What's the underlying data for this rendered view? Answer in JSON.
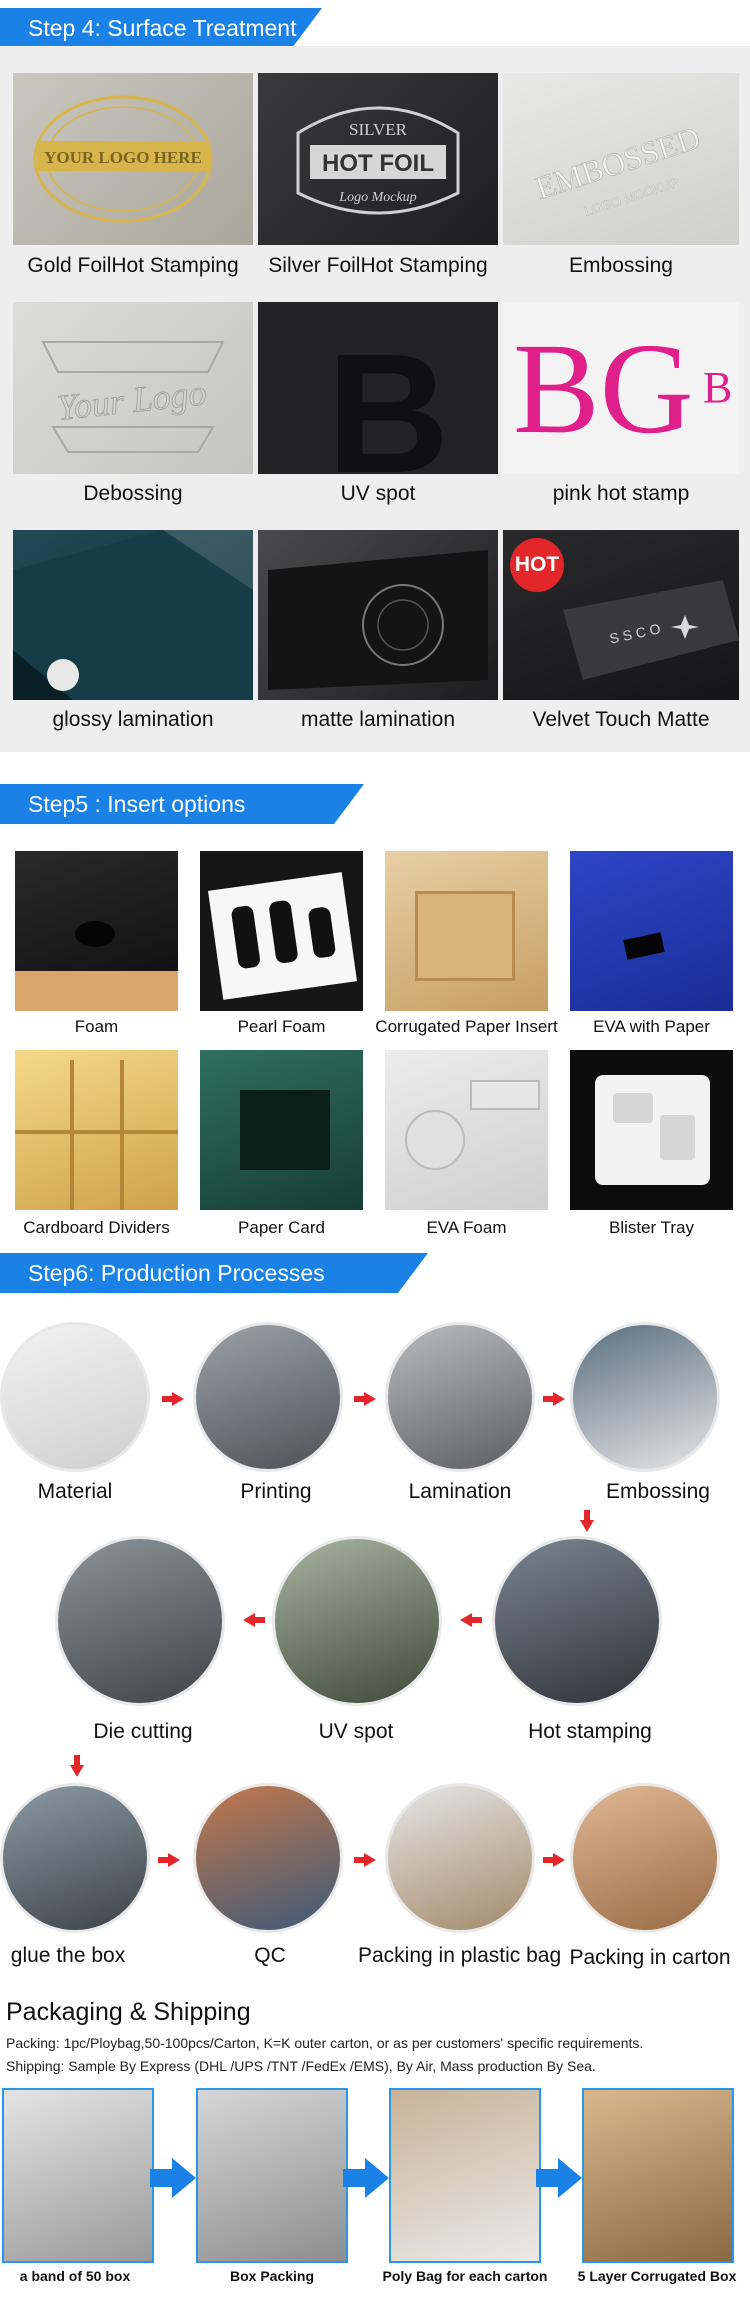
{
  "step4": {
    "title": "Step 4: Surface Treatment",
    "items": [
      {
        "label": "Gold FoilHot Stamping"
      },
      {
        "label": "Silver FoilHot Stamping"
      },
      {
        "label": "Embossing"
      },
      {
        "label": "Debossing"
      },
      {
        "label": "UV spot"
      },
      {
        "label": "pink hot stamp"
      },
      {
        "label": "glossy lamination"
      },
      {
        "label": "matte lamination"
      },
      {
        "label": "Velvet Touch Matte"
      }
    ],
    "hot_badge": "HOT",
    "sample_text": {
      "gold": "YOUR LOGO HERE",
      "silver_top": "SILVER",
      "silver_main": "HOT FOIL",
      "silver_sub": "Logo Mockup",
      "embossed": "EMBOSSED",
      "embossed_sub": "LOGO MOCKUP",
      "debossed": "Your Logo",
      "uv_letter": "B",
      "pink": "BG",
      "pink_extra": "B",
      "velvet": "SSCO"
    }
  },
  "step5": {
    "title": "Step5 : Insert options",
    "items": [
      {
        "label": "Foam"
      },
      {
        "label": "Pearl Foam"
      },
      {
        "label": "Corrugated Paper Insert"
      },
      {
        "label": "EVA with Paper"
      },
      {
        "label": "Cardboard Dividers"
      },
      {
        "label": "Paper Card"
      },
      {
        "label": "EVA Foam"
      },
      {
        "label": "Blister Tray"
      }
    ]
  },
  "step6": {
    "title": "Step6: Production Processes",
    "items": [
      {
        "label": "Material"
      },
      {
        "label": "Printing"
      },
      {
        "label": "Lamination"
      },
      {
        "label": "Embossing"
      },
      {
        "label": "Die cutting"
      },
      {
        "label": "UV spot"
      },
      {
        "label": "Hot stamping"
      },
      {
        "label": "glue the box"
      },
      {
        "label": "QC"
      },
      {
        "label": "Packing in plastic bag"
      },
      {
        "label": "Packing in carton"
      }
    ]
  },
  "shipping": {
    "title": "Packaging & Shipping",
    "packing_line": "Packing: 1pc/Ploybag,50-100pcs/Carton, K=K outer carton, or as per customers' specific requirements.",
    "shipping_line": "Shipping: Sample By Express (DHL /UPS /TNT /FedEx /EMS), By Air, Mass production By Sea.",
    "steps": [
      {
        "label": "a band of 50 box"
      },
      {
        "label": "Box Packing"
      },
      {
        "label": "Poly Bag for each carton"
      },
      {
        "label": "5 Layer Corrugated Box"
      }
    ]
  },
  "colors": {
    "accent": "#1a82e6",
    "arrow_red": "#e3262a",
    "panel": "#eeeeee"
  }
}
